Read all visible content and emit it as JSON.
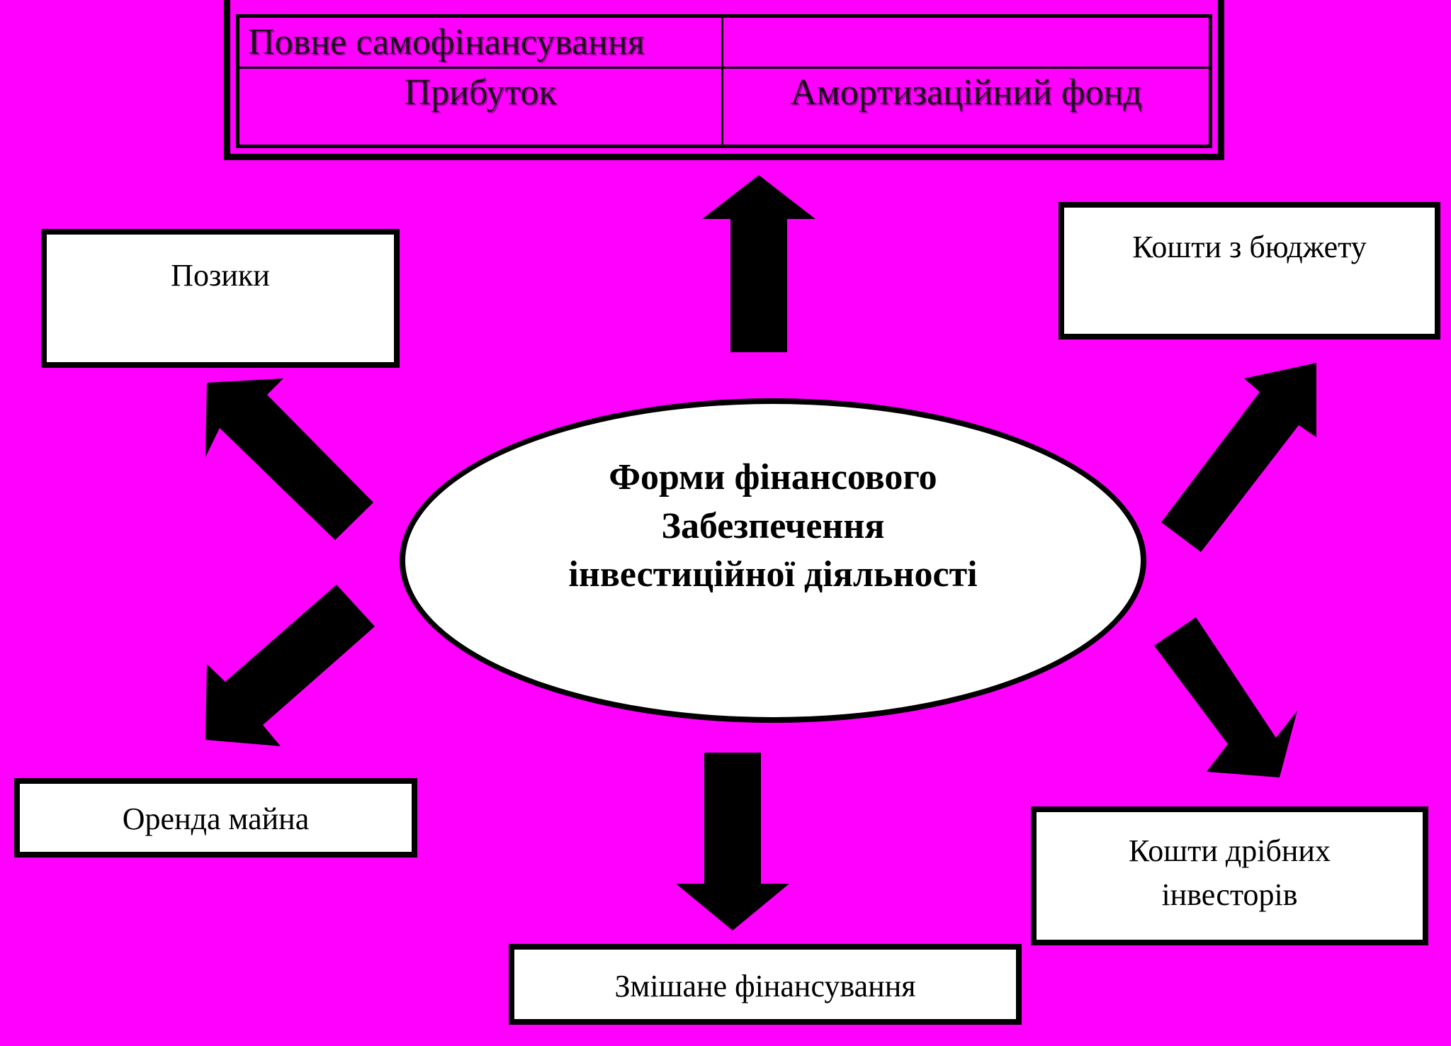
{
  "top_table": {
    "row1": {
      "left": "Повне самофінансування",
      "right": ""
    },
    "row2": {
      "left": "Прибуток",
      "right": "Амортизаційний фонд"
    }
  },
  "center": {
    "lines": [
      "Форми фінансового",
      "Забезпечення",
      "інвестиційної діяльності"
    ]
  },
  "boxes": {
    "loans": "Позики",
    "budget": "Кошти з бюджету",
    "lease": "Оренда майна",
    "small_investors": [
      "Кошти дрібних",
      "інвесторів"
    ],
    "mixed": "Змішане фінансування"
  },
  "colors": {
    "background": "#ff00ff",
    "box_fill": "#ffffff",
    "stroke": "#000000"
  }
}
